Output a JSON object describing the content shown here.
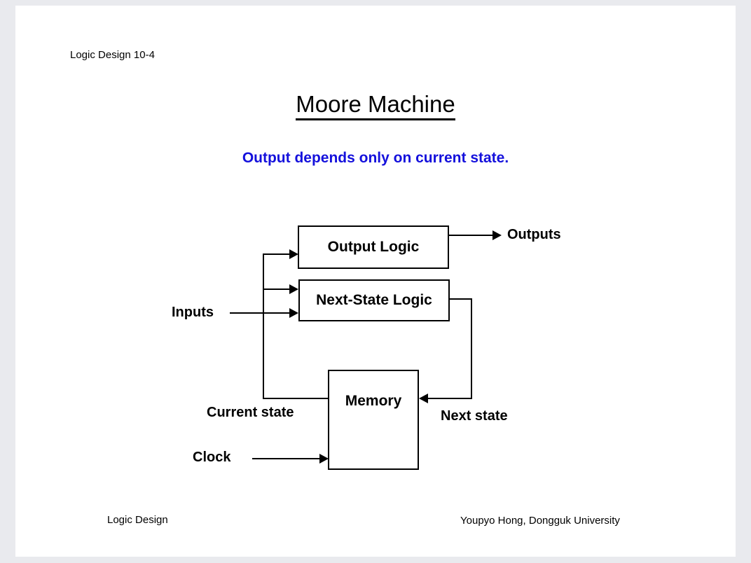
{
  "page": {
    "header_label": "Logic Design 10-4",
    "title": "Moore Machine",
    "subtitle": "Output depends only on current state.",
    "footer_left": "Logic Design",
    "footer_right": "Youpyo Hong, Dongguk University",
    "background_color": "#e9eaee",
    "page_color": "#ffffff",
    "title_color": "#000000",
    "subtitle_color": "#1410dc"
  },
  "diagram": {
    "type": "block-diagram",
    "blocks": [
      {
        "id": "output-logic",
        "label": "Output Logic"
      },
      {
        "id": "next-state-logic",
        "label": "Next-State Logic"
      },
      {
        "id": "memory",
        "label": "Memory"
      }
    ],
    "labels": [
      {
        "id": "inputs",
        "label": "Inputs"
      },
      {
        "id": "outputs",
        "label": "Outputs"
      },
      {
        "id": "current-state",
        "label": "Current state"
      },
      {
        "id": "next-state",
        "label": "Next state"
      },
      {
        "id": "clock",
        "label": "Clock"
      }
    ],
    "connections": [
      {
        "from": "inputs",
        "to": "next-state-logic"
      },
      {
        "from": "output-logic",
        "to": "outputs"
      },
      {
        "from": "next-state-logic",
        "to": "memory",
        "signal": "Next state"
      },
      {
        "from": "memory",
        "to": "output-logic",
        "signal": "Current state"
      },
      {
        "from": "memory",
        "to": "next-state-logic",
        "signal": "Current state"
      },
      {
        "from": "clock",
        "to": "memory"
      }
    ],
    "line_color": "#000000"
  }
}
